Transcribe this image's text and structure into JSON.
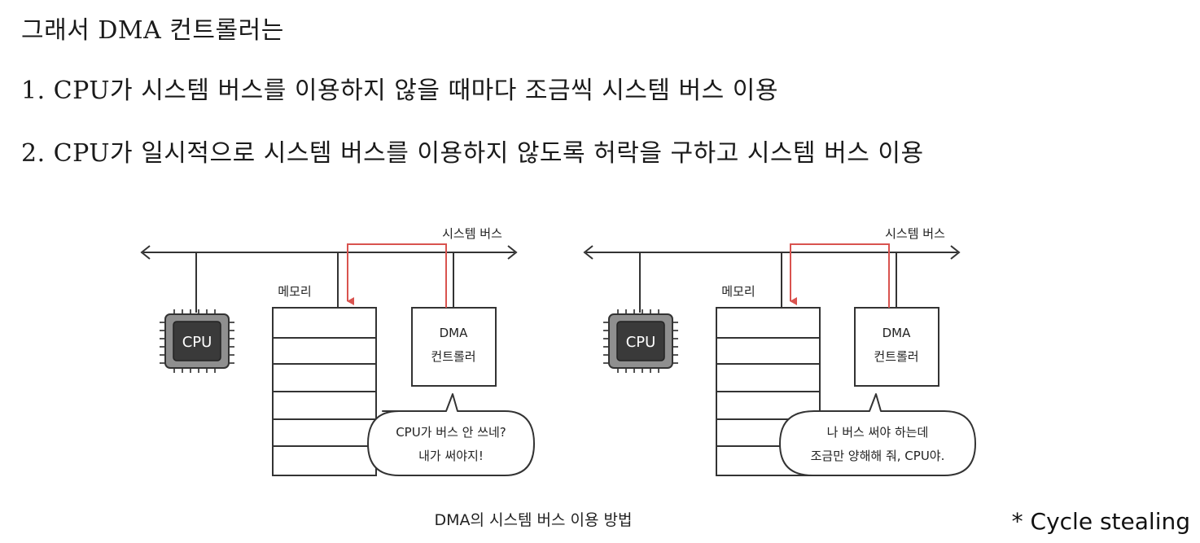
{
  "slide": {
    "heading": "그래서 DMA 컨트롤러는",
    "point1": "1. CPU가 시스템 버스를 이용하지 않을 때마다 조금씩 시스템 버스 이용",
    "point2": "2. CPU가 일시적으로 시스템 버스를 이용하지 않도록 허락을 구하고 시스템 버스 이용"
  },
  "figure": {
    "caption": "DMA의 시스템 버스 이용 방법",
    "colors": {
      "line": "#333333",
      "arrow": "#d9534f",
      "chip_body": "#8f8f8f",
      "chip_core": "#3a3a3a"
    },
    "left": {
      "bus_label": "시스템 버스",
      "memory_label": "메모리",
      "cpu_label": "CPU",
      "dma_line1": "DMA",
      "dma_line2": "컨트롤러",
      "bubble_line1": "CPU가 버스 안 쓰네?",
      "bubble_line2": "내가 써야지!"
    },
    "right": {
      "bus_label": "시스템 버스",
      "memory_label": "메모리",
      "cpu_label": "CPU",
      "dma_line1": "DMA",
      "dma_line2": "컨트롤러",
      "bubble_line1": "나 버스 써야 하는데",
      "bubble_line2": "조금만 양해해 줘, CPU야."
    }
  },
  "note": "* Cycle stealing"
}
